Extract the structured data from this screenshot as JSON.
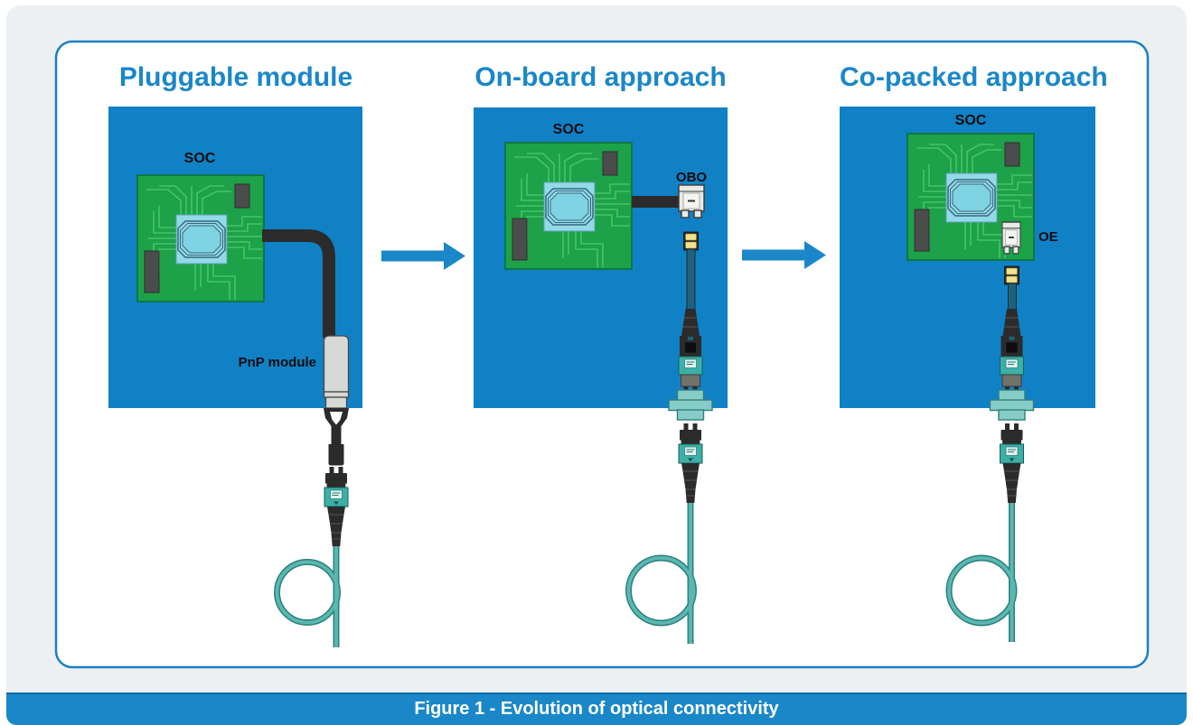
{
  "figure": {
    "caption": "Figure 1 - Evolution of optical connectivity"
  },
  "columns": [
    {
      "title": "Pluggable module",
      "board_label": "SOC",
      "module_label": "PnP module"
    },
    {
      "title": "On-board approach",
      "board_label": "SOC",
      "module_label": "OBO"
    },
    {
      "title": "Co-packed approach",
      "board_label": "SOC",
      "module_label": "OE"
    }
  ],
  "icons": {
    "flow_arrow": "arrow-right"
  },
  "colors": {
    "accent_blue": "#1a87c9",
    "panel_blue": "#1181c6",
    "pcb_green": "#1da149",
    "trace_green": "#45c566",
    "chip_gray": "#4c4c4c",
    "die_blue": "#92d9e9",
    "connector_teal": "#3cb0a7",
    "fiber_teal": "#5ab8b1",
    "fiber_edge": "#2e837e",
    "ferrule_yellow": "#f1e28e",
    "module_silver": "#d8d8d4",
    "module_white": "#e9e9e6",
    "cable_black": "#2b2b2b",
    "page_bg": "#edf0f3"
  }
}
